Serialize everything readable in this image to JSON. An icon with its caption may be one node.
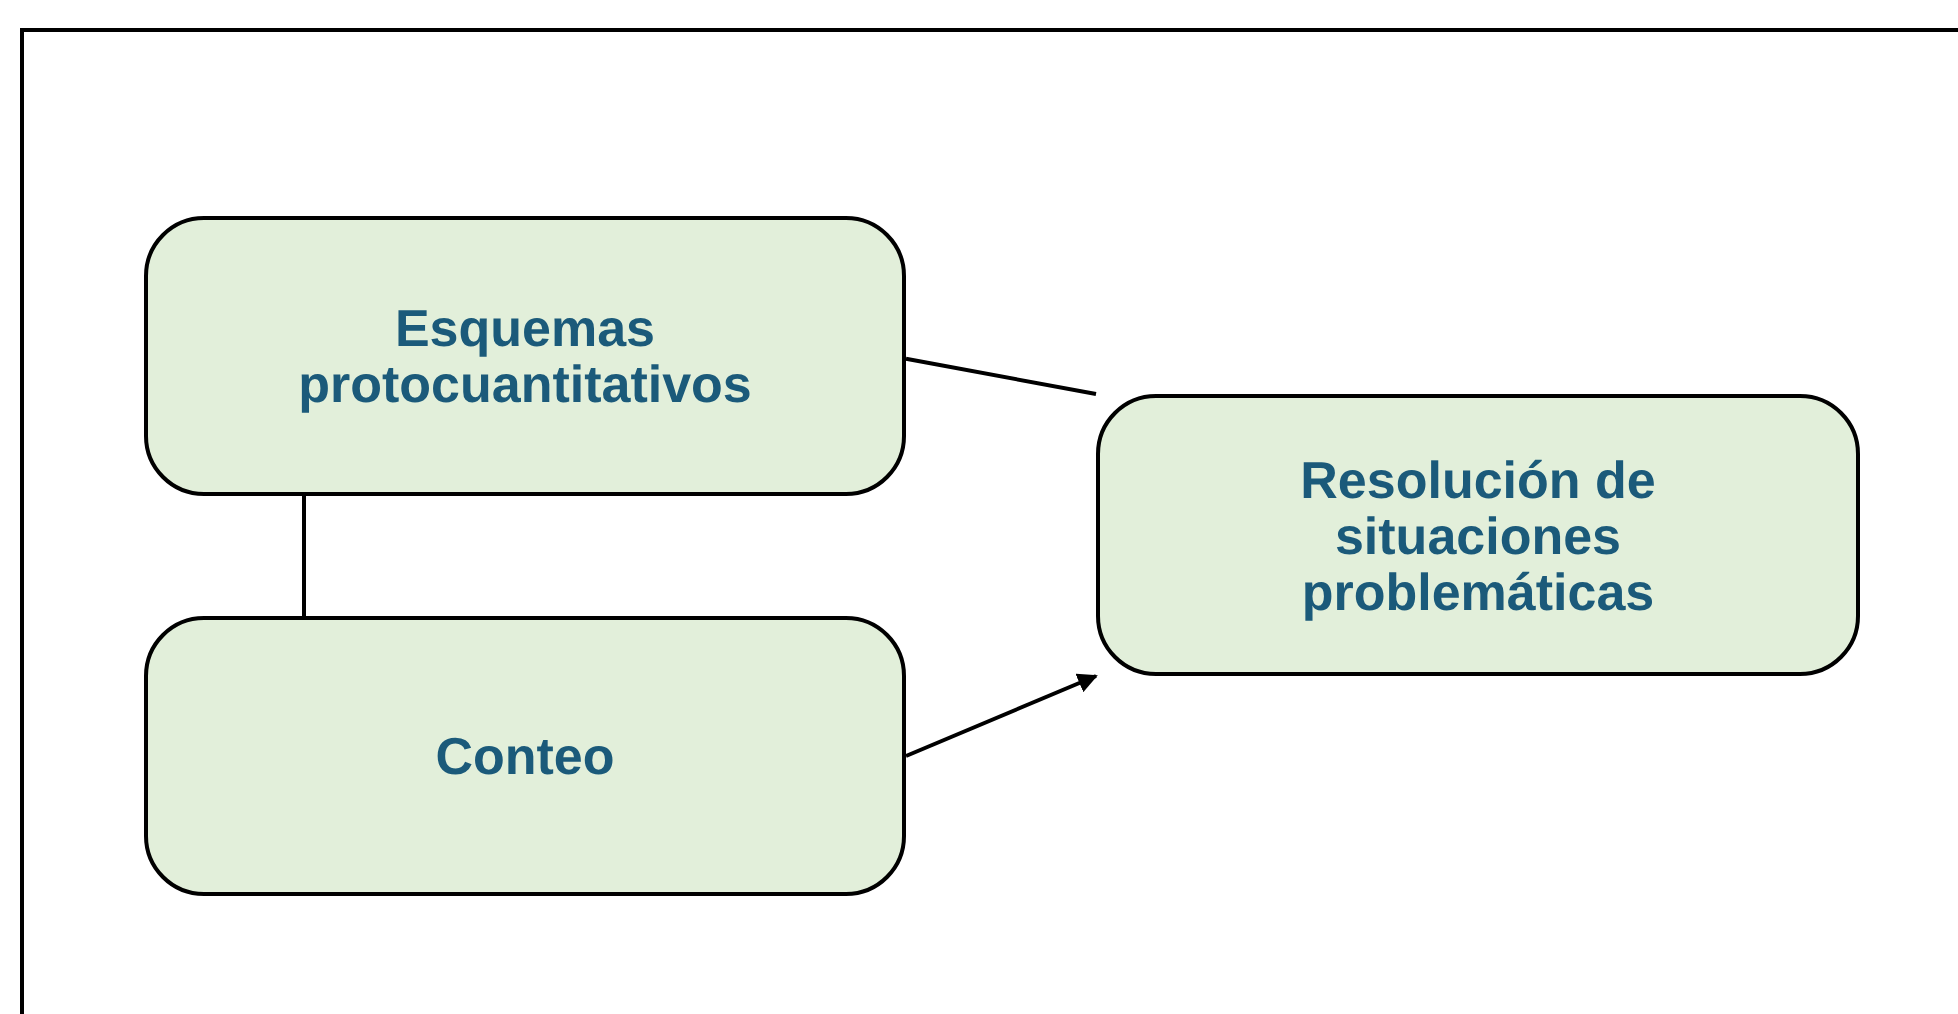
{
  "diagram": {
    "nodes": [
      {
        "text": [
          "Esquemas protocuantitativos"
        ]
      },
      {
        "text": [
          "Conteo"
        ]
      },
      {
        "text": [
          "Resolución de situaciones problemáticas"
        ]
      }
    ],
    "edges": [
      {
        "from": 0,
        "to": 2,
        "arrow": "none"
      },
      {
        "from": 0,
        "to": 1,
        "arrow": "none"
      },
      {
        "from": 1,
        "to": 2,
        "arrow": "to"
      }
    ]
  }
}
